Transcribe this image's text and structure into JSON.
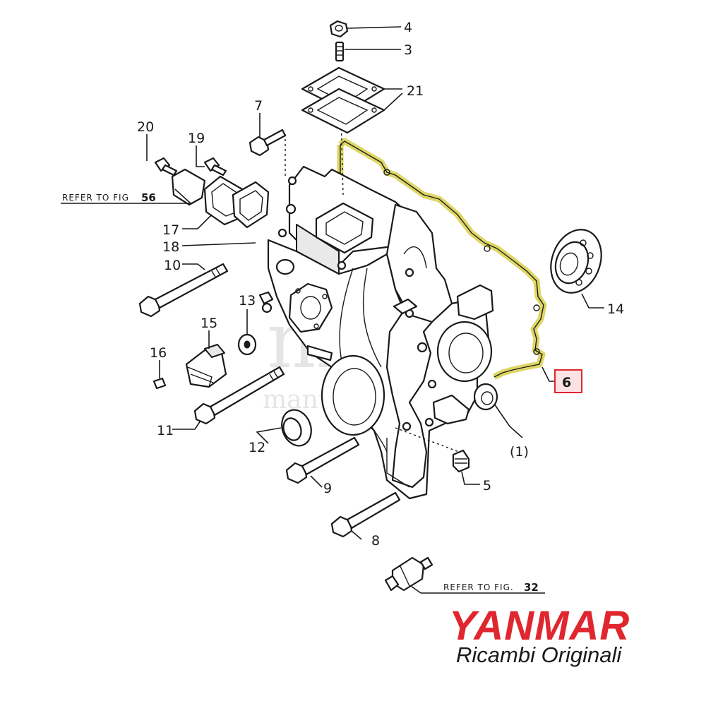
{
  "callouts": {
    "p1": "(1)",
    "p3": "3",
    "p4": "4",
    "p5": "5",
    "p6": "6",
    "p7": "7",
    "p8": "8",
    "p9": "9",
    "p10": "10",
    "p11": "11",
    "p12": "12",
    "p13": "13",
    "p14": "14",
    "p15": "15",
    "p16": "16",
    "p17": "17",
    "p18": "18",
    "p19": "19",
    "p20": "20",
    "p21": "21"
  },
  "references": {
    "top_text": "REFER TO FIG",
    "top_number": "56",
    "bottom_text": "REFER TO FIG.",
    "bottom_number": "32"
  },
  "highlight": {
    "part": "6",
    "color": "#e0262e"
  },
  "watermark": {
    "line1": "mg",
    "line2": "manuals"
  },
  "branding": {
    "name": "YANMAR",
    "tagline": "Ricambi Originali",
    "brand_color": "#e0262e"
  },
  "gasket_color": "#d8cf4a"
}
